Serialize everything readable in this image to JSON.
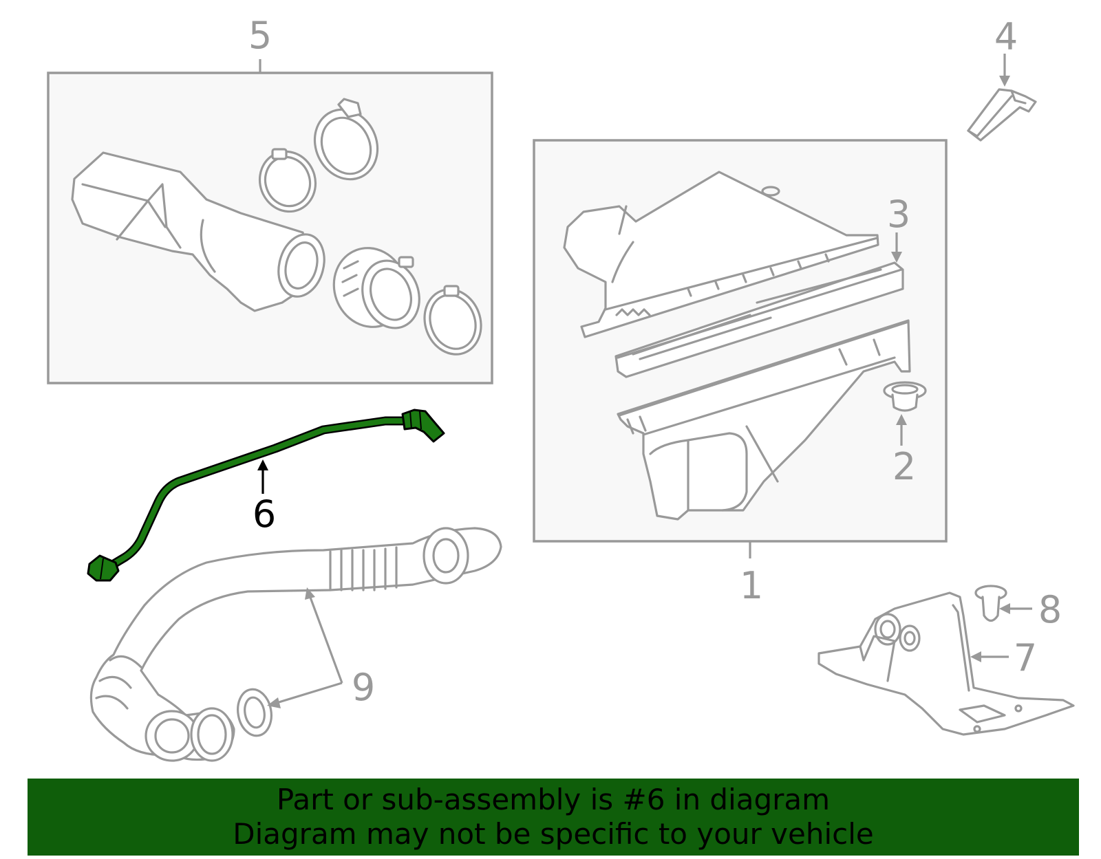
{
  "callouts": [
    {
      "id": "1",
      "label": "1",
      "highlighted": false
    },
    {
      "id": "2",
      "label": "2",
      "highlighted": false
    },
    {
      "id": "3",
      "label": "3",
      "highlighted": false
    },
    {
      "id": "4",
      "label": "4",
      "highlighted": false
    },
    {
      "id": "5",
      "label": "5",
      "highlighted": false
    },
    {
      "id": "6",
      "label": "6",
      "highlighted": true
    },
    {
      "id": "7",
      "label": "7",
      "highlighted": false
    },
    {
      "id": "8",
      "label": "8",
      "highlighted": false
    },
    {
      "id": "9",
      "label": "9",
      "highlighted": false
    }
  ],
  "banner": {
    "line1": "Part or sub-assembly is #6 in diagram",
    "line2": "Diagram may not be specific to your vehicle"
  },
  "colors": {
    "highlight_part": "#1b7a12",
    "banner_background": "#0f5e0a",
    "line_art": "#999999",
    "box_fill": "#f8f8f8"
  }
}
